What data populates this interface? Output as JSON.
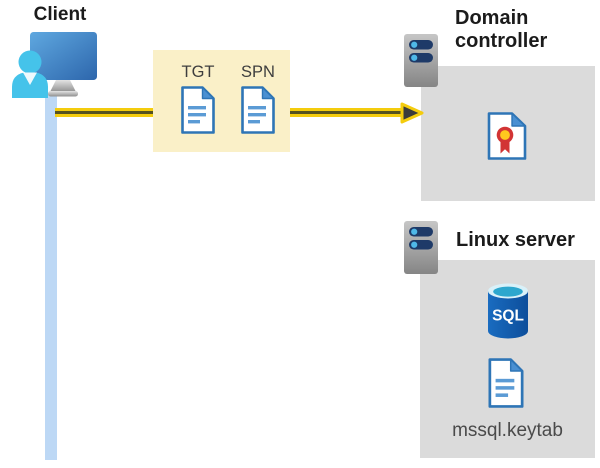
{
  "client": {
    "label": "Client"
  },
  "tickets": {
    "tgt_label": "TGT",
    "spn_label": "SPN"
  },
  "domain_controller": {
    "label": "Domain controller"
  },
  "linux_server": {
    "label": "Linux server",
    "sql_label": "SQL",
    "keytab_label": "mssql.keytab"
  },
  "colors": {
    "ticket_box_bg": "#FAF0C8",
    "arrow_yellow": "#F4CC0D",
    "arrow_core": "#55521F",
    "arrowhead_fill": "#3B3B3B",
    "client_line_blue": "#BDD8F5",
    "server_panel_bg": "#DBDBDB",
    "document_border_blue": "#2E75B6",
    "document_line_blue": "#5B9BD5",
    "document_fold_blue": "#4A90D2",
    "person_cyan": "#45C3EA",
    "monitor_blue": "#3C7FC4",
    "server_body_gray": "#A5A5A5",
    "server_bar_navy": "#1E3A68",
    "server_dot_blue": "#4FB8E8",
    "sql_body_blue": "#10549F",
    "sql_rim_teal": "#2DA7CE",
    "certificate_red": "#D23434",
    "certificate_yellow": "#FFC81E",
    "label_color": "#1B1B1B"
  }
}
